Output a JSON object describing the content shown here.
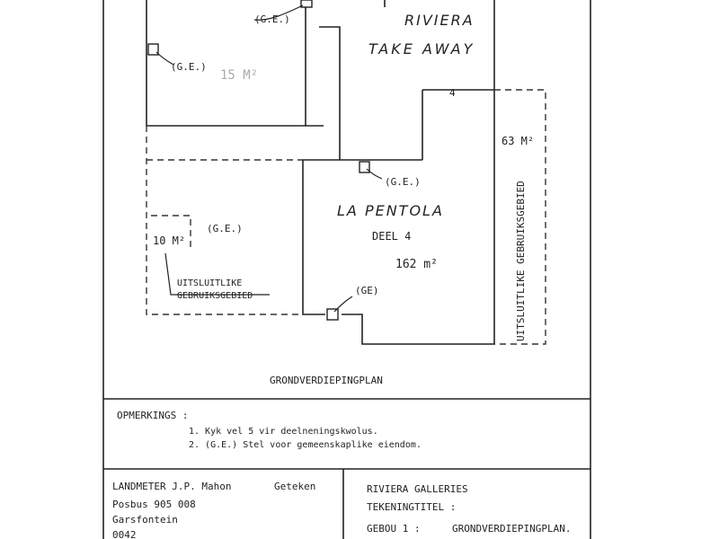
{
  "plan": {
    "caption": "GRONDVERDIEPINGPLAN",
    "units": {
      "riviera_name": "RIVIERA",
      "riviera_sub": "TAKE AWAY",
      "riviera_num": "4",
      "top_left_area": "15 M²",
      "pentola_name": "LA PENTOLA",
      "pentola_deel": "DEEL 4",
      "pentola_area": "162 m²",
      "left_area": "10 M²",
      "right_area": "63 M²"
    },
    "labels": {
      "ge": "(G.E.)",
      "ge_plain": "(GE)",
      "left_use_line1": "UITSLUITLIKE",
      "left_use_line2": "GEBRUIKSGEBIED",
      "right_use": "UITSLUITLIKE GEBRUIKSGEBIED"
    }
  },
  "notes": {
    "heading": "OPMERKINGS :",
    "items": [
      "1.  Kyk vel 5 vir deelneningskwolus.",
      "2.  (G.E.) Stel voor gemeenskaplike eiendom."
    ]
  },
  "title_block": {
    "surveyor": "LANDMETER J.P. Mahon",
    "drawn": "Geteken",
    "address1": "Posbus 905 008",
    "address2": "Garsfontein",
    "address3": "0042",
    "project": "RIVIERA GALLERIES",
    "title_label": "TEKENINGTITEL :",
    "building": "GEBOU 1 :",
    "plan_title": "GRONDVERDIEPINGPLAN."
  }
}
